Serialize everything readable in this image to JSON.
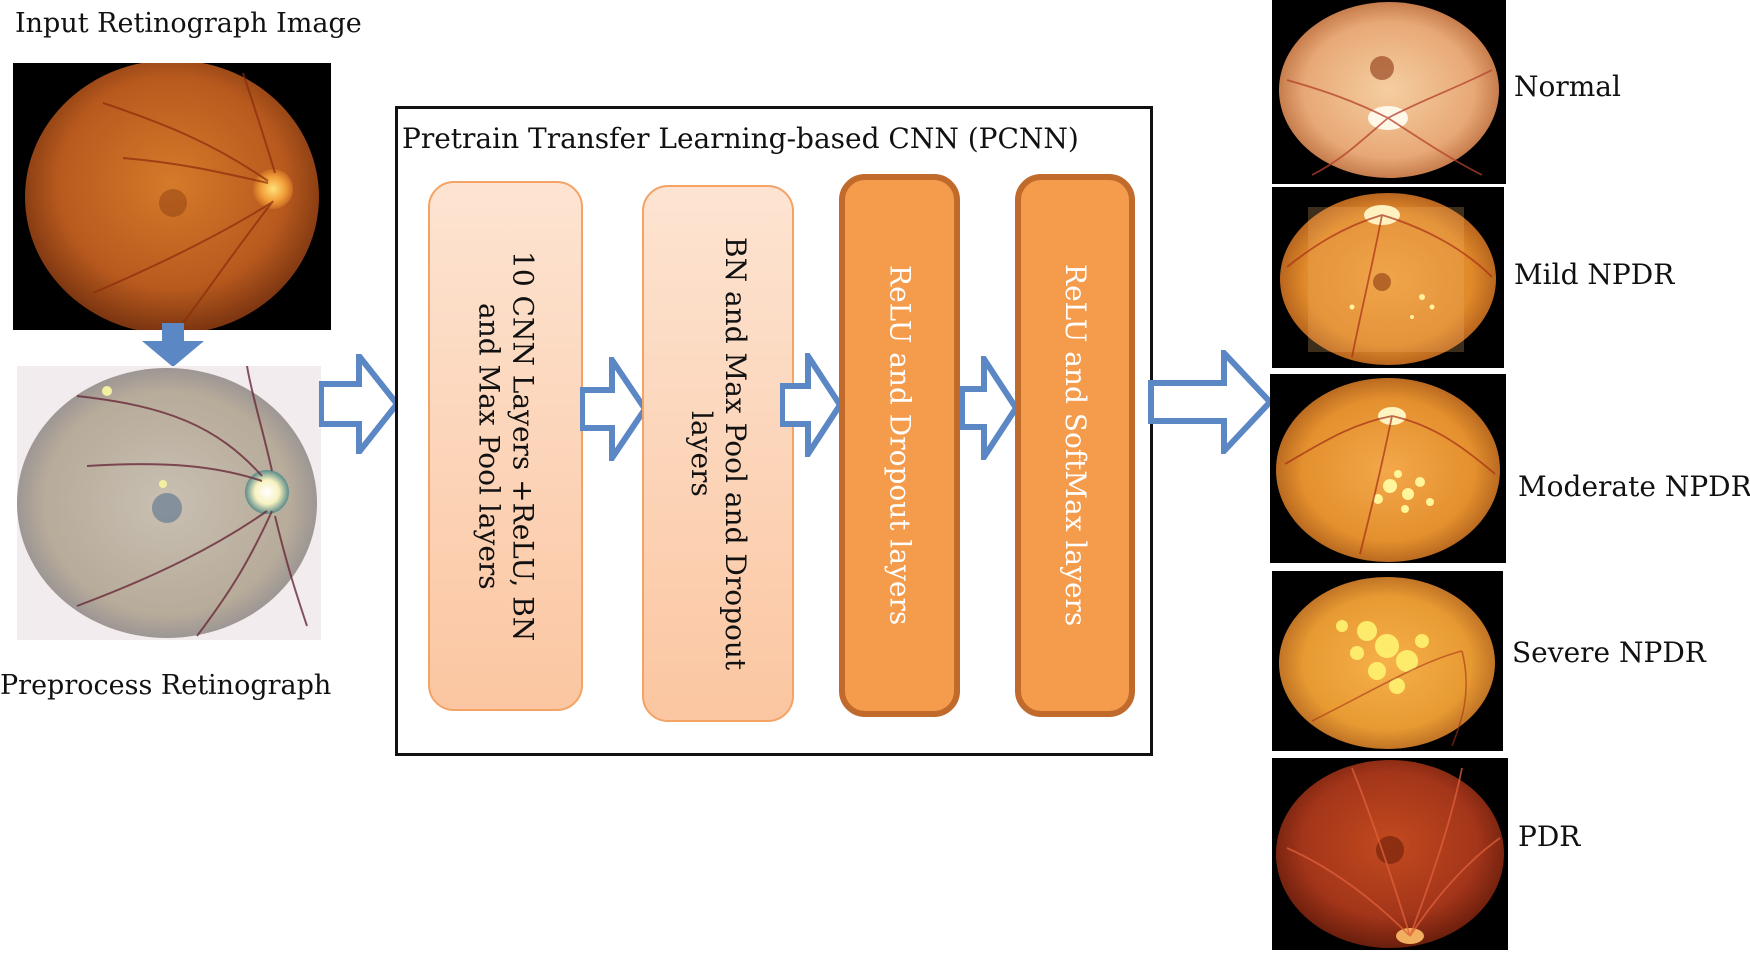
{
  "input": {
    "title": "Input Retinograph Image"
  },
  "preprocess": {
    "title": "Preprocess Retinograph"
  },
  "pcnn": {
    "title": "Pretrain Transfer Learning-based CNN (PCNN)",
    "layers": [
      {
        "text": "10 CNN Layers +ReLU, BN\nand Max Pool layers"
      },
      {
        "text": "BN and Max Pool and Dropout\nlayers"
      },
      {
        "text": "ReLU and Dropout layers"
      },
      {
        "text": "ReLU and SoftMax layers"
      }
    ]
  },
  "classes": [
    {
      "label": "Normal"
    },
    {
      "label": "Mild NPDR"
    },
    {
      "label": "Moderate NPDR"
    },
    {
      "label": "Severe NPDR"
    },
    {
      "label": "PDR"
    }
  ],
  "colors": {
    "arrow_blue": "#5b87c5",
    "layer_light_fill": "#fbd2b4",
    "layer_light_border": "#f3a366",
    "layer_dark_fill": "#f59b4c",
    "layer_dark_border": "#c06a2c"
  }
}
